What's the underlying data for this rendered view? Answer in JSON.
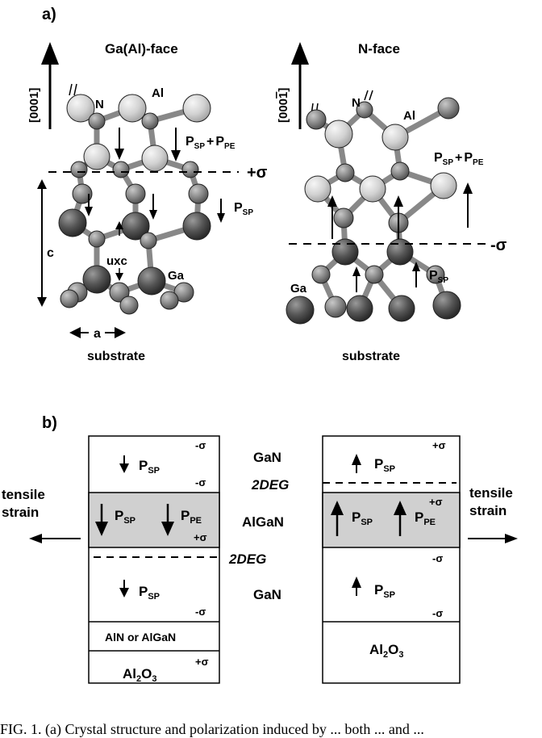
{
  "part_a": {
    "label": "a)",
    "left": {
      "title": "Ga(Al)-face",
      "axis_label": "[0001]",
      "atom_n": "N",
      "atom_al": "Al",
      "atom_ga": "Ga",
      "pol_top_main": "P",
      "pol_top_sub1": "SP",
      "pol_top_plus": "+",
      "pol_top_sub2": "PE",
      "sigma_label": "+σ",
      "pol_bottom_main": "P",
      "pol_bottom_sub": "SP",
      "c_label": "c",
      "uxc_label": "uxc",
      "a_label": "a",
      "substrate": "substrate"
    },
    "right": {
      "title": "N-face",
      "axis_label": "[000",
      "axis_label_bar": "1",
      "axis_label_end": "]",
      "atom_n": "N",
      "atom_al": "Al",
      "atom_ga": "Ga",
      "pol_top_main": "P",
      "pol_top_sub1": "SP",
      "pol_top_plus": "+",
      "pol_top_sub2": "PE",
      "sigma_label": "-σ",
      "pol_bottom_main": "P",
      "pol_bottom_sub": "SP",
      "substrate": "substrate"
    }
  },
  "part_b": {
    "label": "b)",
    "center_labels": {
      "gan_top": "GaN",
      "deg_top": "2DEG",
      "algan": "AlGaN",
      "deg_bottom": "2DEG",
      "gan_bottom": "GaN"
    },
    "left_stack": {
      "side_label_1": "tensile",
      "side_label_2": "strain",
      "gan_top": {
        "p": "P",
        "sub": "SP",
        "sigma_top": "-σ",
        "sigma_bottom": "-σ"
      },
      "algan": {
        "p1": "P",
        "sub1": "SP",
        "p2": "P",
        "sub2": "PE",
        "sigma": "+σ"
      },
      "gan_bottom": {
        "p": "P",
        "sub": "SP",
        "sigma": "-σ"
      },
      "buffer_label": "AlN or AlGaN",
      "substrate": {
        "text": "Al",
        "sub": "2",
        "text2": "O",
        "sub2": "3",
        "sigma": "+σ"
      }
    },
    "right_stack": {
      "side_label_1": "tensile",
      "side_label_2": "strain",
      "gan_top": {
        "p": "P",
        "sub": "SP",
        "sigma": "+σ"
      },
      "algan": {
        "p1": "P",
        "sub1": "SP",
        "p2": "P",
        "sub2": "PE",
        "sigma": "+σ"
      },
      "gan_bottom": {
        "p": "P",
        "sub": "SP",
        "sigma_top": "-σ",
        "sigma_bottom": "-σ"
      },
      "substrate": {
        "text": "Al",
        "sub": "2",
        "text2": "O",
        "sub2": "3"
      }
    }
  },
  "caption": "FIG. 1. (a) Crystal structure and polarization induced by ... both ... and ..."
}
